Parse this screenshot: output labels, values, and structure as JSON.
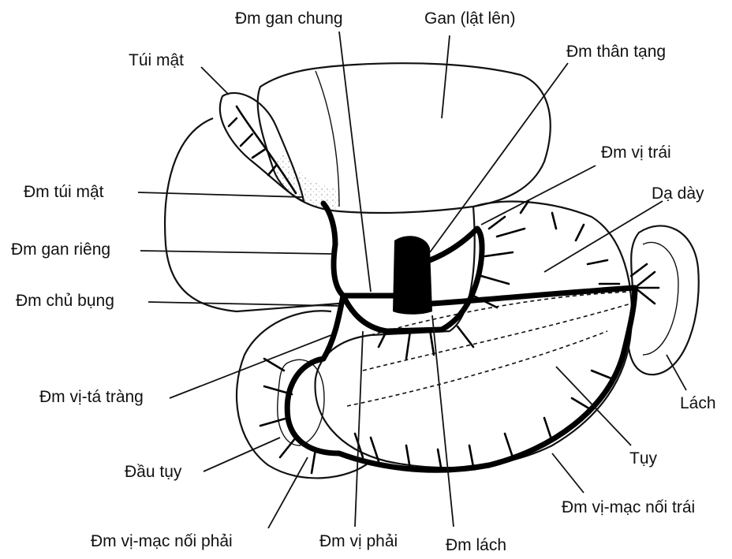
{
  "labels": {
    "common_hepatic": "Đm gan chung",
    "liver": "Gan (lật lên)",
    "celiac": "Đm thân tạng",
    "gallbladder": "Túi mật",
    "left_gastric": "Đm vị trái",
    "cystic": "Đm túi mật",
    "stomach": "Dạ dày",
    "proper_hepatic": "Đm gan riêng",
    "gastroduodenal_origin": "Đm chủ bụng",
    "gastroduodenal": "Đm vị-tá tràng",
    "spleen": "Lách",
    "pancreas_head": "Đầu tụy",
    "pancreas": "Tụy",
    "left_gastroepiploic": "Đm vị-mạc nối trái",
    "right_gastroepiploic": "Đm vị-mạc nối phải",
    "right_gastric": "Đm vị phải",
    "splenic": "Đm lách"
  },
  "colors": {
    "ink": "#111111",
    "artery": "#000000",
    "paper": "#ffffff"
  }
}
